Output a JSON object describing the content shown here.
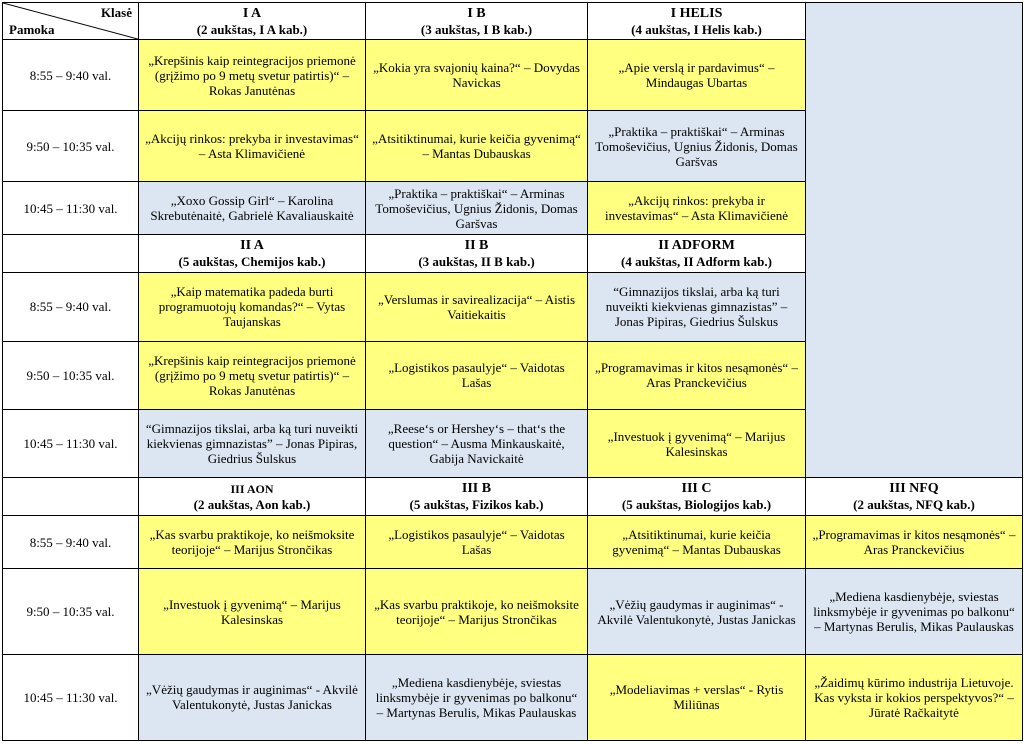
{
  "corner": {
    "top_right": "Klasė",
    "bottom_left": "Pamoka"
  },
  "blocks": [
    {
      "headers": [
        {
          "name": "I A",
          "rooms": "(2 aukštas, I A kab.)"
        },
        {
          "name": "I B",
          "rooms": "(3 aukštas, I B kab.)"
        },
        {
          "name": "I HELIS",
          "rooms": "(4 aukštas, I Helis kab.)"
        }
      ],
      "rows": [
        {
          "time": "8:55 – 9:40 val.",
          "cells": [
            {
              "text": "„Krepšinis kaip reintegracijos priemonė (grįžimo po 9 metų svetur patirtis)“ – Rokas Janutėnas",
              "color": "y"
            },
            {
              "text": "„Kokia yra svajonių kaina?“ – Dovydas Navickas",
              "color": "y"
            },
            {
              "text": "„Apie verslą ir pardavimus“ – Mindaugas Ubartas",
              "color": "y"
            }
          ]
        },
        {
          "time": "9:50 – 10:35 val.",
          "cells": [
            {
              "text": "„Akcijų rinkos: prekyba ir investavimas“ – Asta Klimavičienė",
              "color": "y"
            },
            {
              "text": "„Atsitiktinumai, kurie keičia gyvenimą“ – Mantas Dubauskas",
              "color": "y"
            },
            {
              "text": "„Praktika – praktiškai“ – Arminas Tomoševičius, Ugnius Židonis, Domas Garšvas",
              "color": "b"
            }
          ]
        },
        {
          "time": "10:45 – 11:30 val.",
          "cells": [
            {
              "text": "„Xoxo Gossip Girl“ – Karolina Skrebutėnaitė, Gabrielė Kavaliauskaitė",
              "color": "b"
            },
            {
              "text": "„Praktika – praktiškai“ – Arminas Tomoševičius, Ugnius Židonis, Domas Garšvas",
              "color": "b"
            },
            {
              "text": "„Akcijų rinkos: prekyba ir investavimas“ – Asta Klimavičienė",
              "color": "y"
            }
          ]
        }
      ]
    },
    {
      "headers": [
        {
          "name": "II A",
          "rooms": "(5 aukštas, Chemijos kab.)"
        },
        {
          "name": "II B",
          "rooms": "(3 aukštas, II B kab.)"
        },
        {
          "name": "II ADFORM",
          "rooms": "(4 aukštas, II Adform kab.)"
        }
      ],
      "rows": [
        {
          "time": "8:55 – 9:40 val.",
          "cells": [
            {
              "text": "„Kaip matematika padeda burti programuotojų komandas?“ – Vytas Taujanskas",
              "color": "y"
            },
            {
              "text": "„Verslumas ir savirealizacija“ – Aistis Vaitiekaitis",
              "color": "y"
            },
            {
              "text": "“Gimnazijos tikslai, arba ką turi nuveikti kiekvienas gimnazistas” – Jonas Pipiras, Giedrius Šulskus",
              "color": "b"
            }
          ]
        },
        {
          "time": "9:50 – 10:35 val.",
          "cells": [
            {
              "text": "„Krepšinis kaip reintegracijos priemonė (grįžimo po 9 metų svetur patirtis)“ – Rokas Janutėnas",
              "color": "y"
            },
            {
              "text": "„Logistikos pasaulyje“ – Vaidotas Lašas",
              "color": "y"
            },
            {
              "text": "„Programavimas ir kitos nesąmonės“ – Aras Pranckevičius",
              "color": "y"
            }
          ]
        },
        {
          "time": "10:45 – 11:30 val.",
          "cells": [
            {
              "text": "“Gimnazijos tikslai, arba ką turi nuveikti kiekvienas gimnazistas” – Jonas Pipiras, Giedrius Šulskus",
              "color": "b"
            },
            {
              "text": "„Reese‘s or Hershey‘s – that‘s the question“ – Ausma Minkauskaitė, Gabija Navickaitė",
              "color": "b"
            },
            {
              "text": "„Investuok į gyvenimą“ – Marijus Kalesinskas",
              "color": "y"
            }
          ]
        }
      ]
    },
    {
      "headers": [
        {
          "name": "III AON",
          "rooms": "(2 aukštas, Aon kab.)"
        },
        {
          "name": "III B",
          "rooms": "(5 aukštas, Fizikos kab.)"
        },
        {
          "name": "III C",
          "rooms": "(5 aukštas, Biologijos kab.)"
        },
        {
          "name": "III NFQ",
          "rooms": "(2 aukštas, NFQ kab.)"
        }
      ],
      "rows": [
        {
          "time": "8:55 – 9:40 val.",
          "cells": [
            {
              "text": "„Kas svarbu praktikoje, ko neišmoksite teorijoje“ – Marijus Strončikas",
              "color": "y"
            },
            {
              "text": "„Logistikos pasaulyje“ – Vaidotas Lašas",
              "color": "y"
            },
            {
              "text": "„Atsitiktinumai, kurie keičia gyvenimą“ – Mantas Dubauskas",
              "color": "y"
            },
            {
              "text": "„Programavimas ir kitos nesąmonės“ – Aras Pranckevičius",
              "color": "y"
            }
          ]
        },
        {
          "time": "9:50 – 10:35 val.",
          "cells": [
            {
              "text": "„Investuok į gyvenimą“ – Marijus Kalesinskas",
              "color": "y"
            },
            {
              "text": "„Kas svarbu praktikoje, ko neišmoksite teorijoje“ – Marijus Strončikas",
              "color": "y"
            },
            {
              "text": "„Vėžių gaudymas ir auginimas“ - Akvilė Valentukonytė, Justas Janickas",
              "color": "b"
            },
            {
              "text": "„Mediena kasdienybėje, sviestas linksmybėje ir gyvenimas po balkonu“ – Martynas Berulis, Mikas Paulauskas",
              "color": "b"
            }
          ]
        },
        {
          "time": "10:45 – 11:30 val.",
          "cells": [
            {
              "text": "„Vėžių gaudymas ir auginimas“ - Akvilė Valentukonytė, Justas Janickas",
              "color": "b"
            },
            {
              "text": "„Mediena kasdienybėje, sviestas linksmybėje ir gyvenimas po balkonu“ – Martynas Berulis, Mikas Paulauskas",
              "color": "b"
            },
            {
              "text": "„Modeliavimas + verslas“ - Rytis Miliūnas",
              "color": "y"
            },
            {
              "text": "„Žaidimų kūrimo industrija Lietuvoje. Kas vyksta ir kokios perspektyvos?“ – Jūratė Račkaitytė",
              "color": "y"
            }
          ]
        }
      ]
    }
  ]
}
